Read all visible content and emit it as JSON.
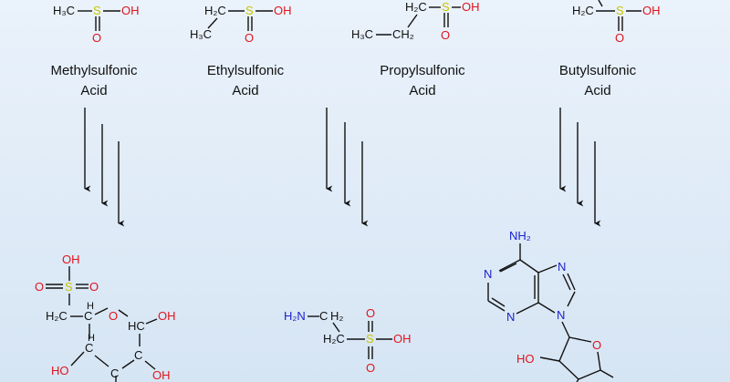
{
  "colors": {
    "bond": "#111111",
    "oxygen": "#e0141e",
    "sulfur": "#c9c500",
    "nitrogen": "#1a22cc",
    "carbon_text": "#111111"
  },
  "top_molecules": [
    {
      "name_line1": "Methylsulfonic",
      "name_line2": "Acid",
      "carbon_text": "H₃C"
    },
    {
      "name_line1": "Ethylsulfonic",
      "name_line2": "Acid",
      "carbon_text_1": "H₂C",
      "carbon_text_2": "H₃C"
    },
    {
      "name_line1": "Propylsulfonic",
      "name_line2": "Acid",
      "carbon_text_1": "H₂C",
      "carbon_text_2": "CH₂",
      "carbon_text_3": "H₃C"
    },
    {
      "name_line1": "Butylsulfonic",
      "name_line2": "Acid",
      "carbon_text": "H₂C"
    }
  ],
  "atoms": {
    "S": "S",
    "O": "O",
    "OH": "OH",
    "N": "N",
    "NH2": "NH₂",
    "H2N": "H₂N",
    "H2C": "H₂C",
    "HC": "HC",
    "C": "C",
    "HO": "HO"
  }
}
